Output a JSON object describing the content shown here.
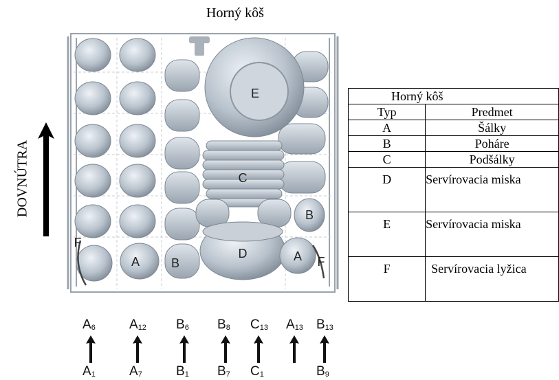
{
  "title": "Horný kôš",
  "side_label": "DOVNÚTRA",
  "basket_labels": {
    "E": "E",
    "C": "C",
    "D": "D",
    "B_right": "B",
    "B_bottom": "B",
    "A_left": "A",
    "A_right": "A",
    "F_left": "F",
    "F_right": "F"
  },
  "legend": {
    "header": "Horný kôš",
    "col_type": "Typ",
    "col_item": "Predmet",
    "rows": [
      {
        "type": "A",
        "item": "Šálky"
      },
      {
        "type": "B",
        "item": "Poháre"
      },
      {
        "type": "C",
        "item": "Podšálky"
      },
      {
        "type": "D",
        "item": "Servírovacia miska"
      },
      {
        "type": "E",
        "item": "Servírovacia miska"
      },
      {
        "type": "F",
        "item": "Servírovacia lyžica"
      }
    ]
  },
  "bottom_arrows": [
    {
      "top": "A",
      "top_sub": "6",
      "bottom": "A",
      "bottom_sub": "1"
    },
    {
      "top": "A",
      "top_sub": "12",
      "bottom": "A",
      "bottom_sub": "7"
    },
    {
      "top": "B",
      "top_sub": "6",
      "bottom": "B",
      "bottom_sub": "1"
    },
    {
      "top": "B",
      "top_sub": "8",
      "bottom": "B",
      "bottom_sub": "7"
    },
    {
      "top": "C",
      "top_sub": "13",
      "bottom": "C",
      "bottom_sub": "1"
    },
    {
      "top": "A",
      "top_sub": "13",
      "bottom": "",
      "bottom_sub": ""
    },
    {
      "top": "B",
      "top_sub": "13",
      "bottom": "B",
      "bottom_sub": "9"
    }
  ]
}
